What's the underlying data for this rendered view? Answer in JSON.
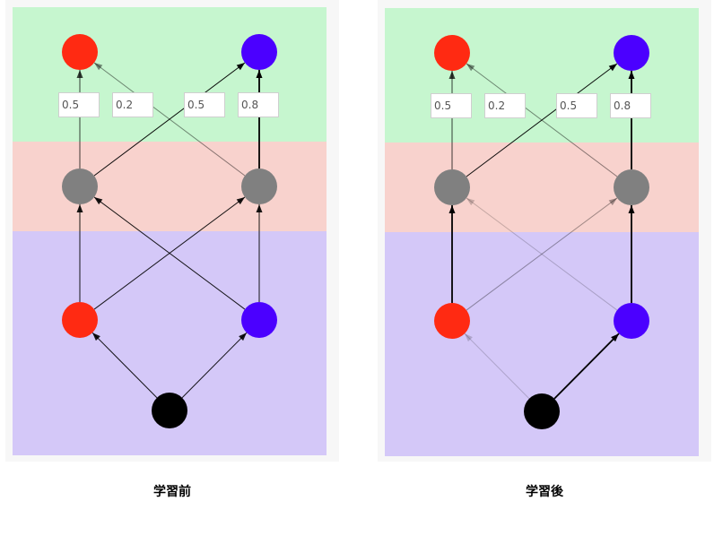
{
  "colors": {
    "output_band": "#c6f6cf",
    "hidden_band": "#f8d2cd",
    "input_band": "#d4c8f8",
    "red_node": "#ff2a12",
    "blue_node": "#4b00ff",
    "gray_node": "#808080",
    "source_node": "#000000"
  },
  "panels": [
    {
      "caption": "学習前",
      "weights": [
        "0.5",
        "0.2",
        "0.5",
        "0.8"
      ],
      "edge_strength": {
        "src_red": 0.9,
        "src_blue": 0.9,
        "red_hl": 0.9,
        "red_hr": 0.9,
        "blue_hl": 0.9,
        "blue_hr": 0.9,
        "hl_outred": 0.75,
        "hl_outblue": 0.95,
        "hr_outred": 0.45,
        "hr_outblue": 1.0
      }
    },
    {
      "caption": "学習後",
      "weights": [
        "0.5",
        "0.2",
        "0.5",
        "0.8"
      ],
      "edge_strength": {
        "src_red": 0.18,
        "src_blue": 1.0,
        "red_hl": 1.0,
        "red_hr": 0.35,
        "blue_hl": 0.2,
        "blue_hr": 1.0,
        "hl_outred": 0.75,
        "hl_outblue": 0.95,
        "hr_outred": 0.45,
        "hr_outblue": 1.0
      }
    }
  ]
}
